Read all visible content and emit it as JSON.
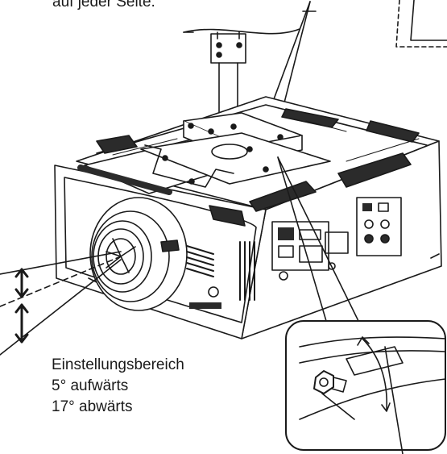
{
  "labels": {
    "top_note": "auf jeder Seite.",
    "range_title": "Einstellungsbereich",
    "range_up": "5° aufwärts",
    "range_down": "17° abwärts"
  },
  "colors": {
    "line": "#1a1a1a",
    "background": "#ffffff",
    "dark_fill": "#2b2b2b"
  }
}
